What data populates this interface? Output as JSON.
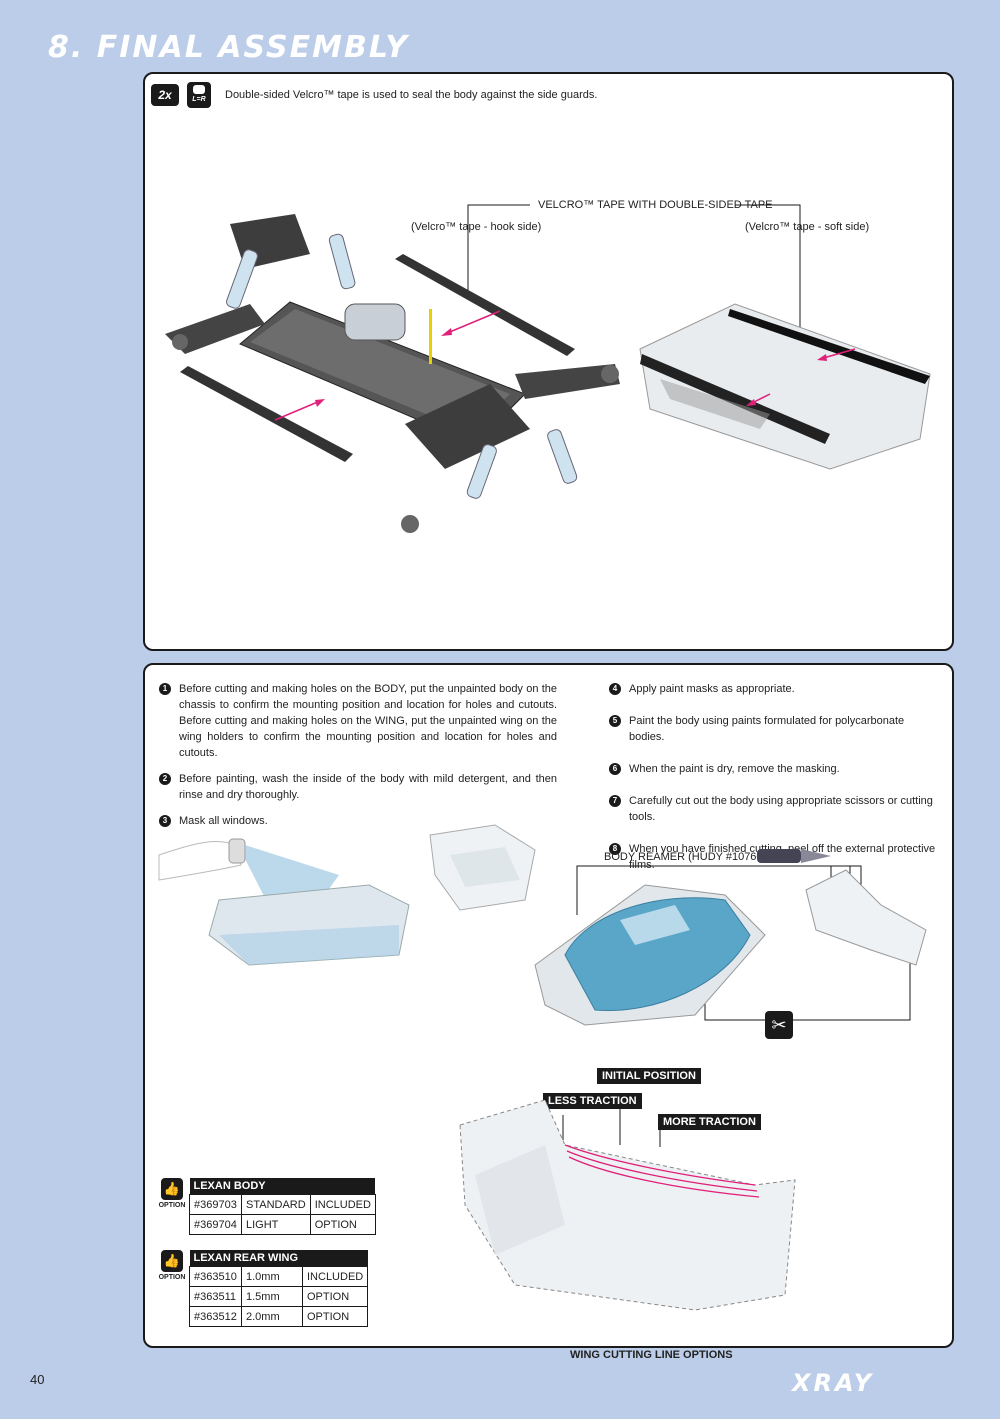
{
  "page": {
    "section_title": "8. FINAL ASSEMBLY",
    "page_number": "40",
    "brand_logo": "XRAY"
  },
  "top_panel": {
    "qty_badge": "2x",
    "lr_badge": "L=R",
    "instruction": "Double-sided Velcro™ tape is used to seal the body against the side guards.",
    "callout_title": "VELCRO™ TAPE WITH DOUBLE-SIDED TAPE",
    "hook_side": "(Velcro™ tape - hook side)",
    "soft_side": "(Velcro™ tape - soft side)"
  },
  "bottom_panel": {
    "steps_left": [
      {
        "num": "1",
        "text": "Before cutting and making holes on the BODY, put the unpainted body on the chassis to confirm the mounting position and location for holes and cutouts. Before cutting and making holes on the WING, put the unpainted wing on the wing holders to confirm the mounting position and location for holes and cutouts."
      },
      {
        "num": "2",
        "text": "Before painting, wash the inside of the body with mild detergent, and then rinse and dry thoroughly."
      },
      {
        "num": "3",
        "text": "Mask all windows."
      }
    ],
    "steps_right": [
      {
        "num": "4",
        "text": "Apply paint masks as appropriate."
      },
      {
        "num": "5",
        "text": "Paint the body using paints formulated for polycarbonate bodies."
      },
      {
        "num": "6",
        "text": "When the paint is dry, remove the masking."
      },
      {
        "num": "7",
        "text": "Carefully cut out the body using appropriate scissors or cutting tools."
      },
      {
        "num": "8",
        "text": "When you have finished cutting, peel off the external protective films."
      }
    ],
    "reamer_label": "BODY REAMER (HUDY #107600)",
    "wing_title": "WING CUTTING LINE OPTIONS",
    "initial_position": "INITIAL POSITION",
    "less_traction": "LESS TRACTION",
    "more_traction": "MORE TRACTION"
  },
  "option_tables": [
    {
      "icon_label": "OPTION",
      "title": "LEXAN BODY",
      "rows": [
        [
          "#369703",
          "STANDARD",
          "INCLUDED"
        ],
        [
          "#369704",
          "LIGHT",
          "OPTION"
        ]
      ]
    },
    {
      "icon_label": "OPTION",
      "title": "LEXAN REAR WING",
      "rows": [
        [
          "#363510",
          "1.0mm",
          "INCLUDED"
        ],
        [
          "#363511",
          "1.5mm",
          "OPTION"
        ],
        [
          "#363512",
          "2.0mm",
          "OPTION"
        ]
      ]
    }
  ],
  "colors": {
    "background": "#bccde9",
    "panel_border": "#1a1a1a",
    "arrow": "#e0207a",
    "paint_blue": "#5aa6c9"
  }
}
